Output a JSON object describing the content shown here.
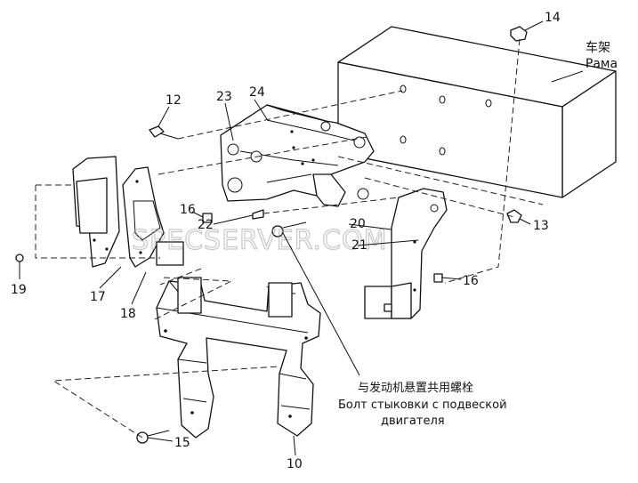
{
  "frame_label": {
    "zh": "车架",
    "ru": "Рама"
  },
  "note": {
    "zh": "与发动机悬置共用螺栓",
    "ru_line1": "Болт стыковки с подвеской",
    "ru_line2": "двигателя"
  },
  "watermark": "SPECSERVER.COM",
  "callouts": {
    "c10": "10",
    "c12": "12",
    "c13": "13",
    "c14": "14",
    "c15": "15",
    "c16a": "16",
    "c16b": "16",
    "c17": "17",
    "c18": "18",
    "c19": "19",
    "c20": "20",
    "c21": "21",
    "c22": "22",
    "c23": "23",
    "c24": "24"
  }
}
